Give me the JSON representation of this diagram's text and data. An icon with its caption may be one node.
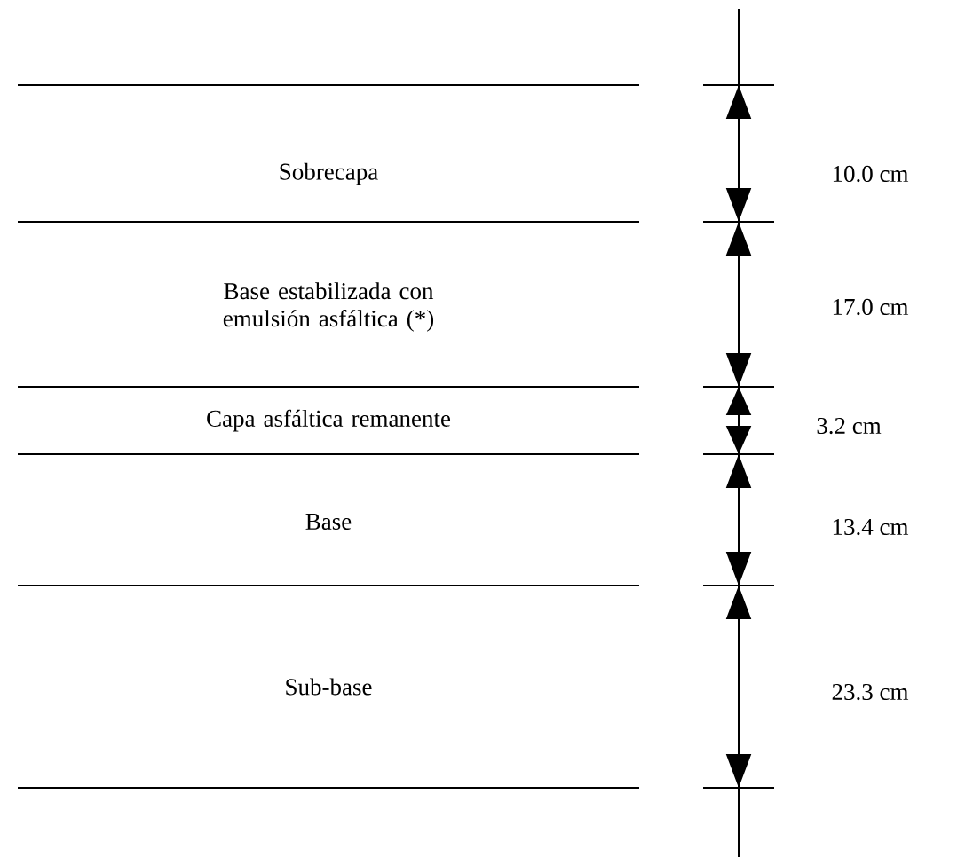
{
  "diagram": {
    "labels": [
      "Sobrecapa",
      "10.0 cm",
      "Base estabilizada con emulsión asfáltica (*)",
      "17.0 cm",
      "Capa asfáltica remanente",
      "3.2 cm",
      "Base",
      "13.4 cm",
      "Sub-base",
      "23.3 cm"
    ]
  }
}
